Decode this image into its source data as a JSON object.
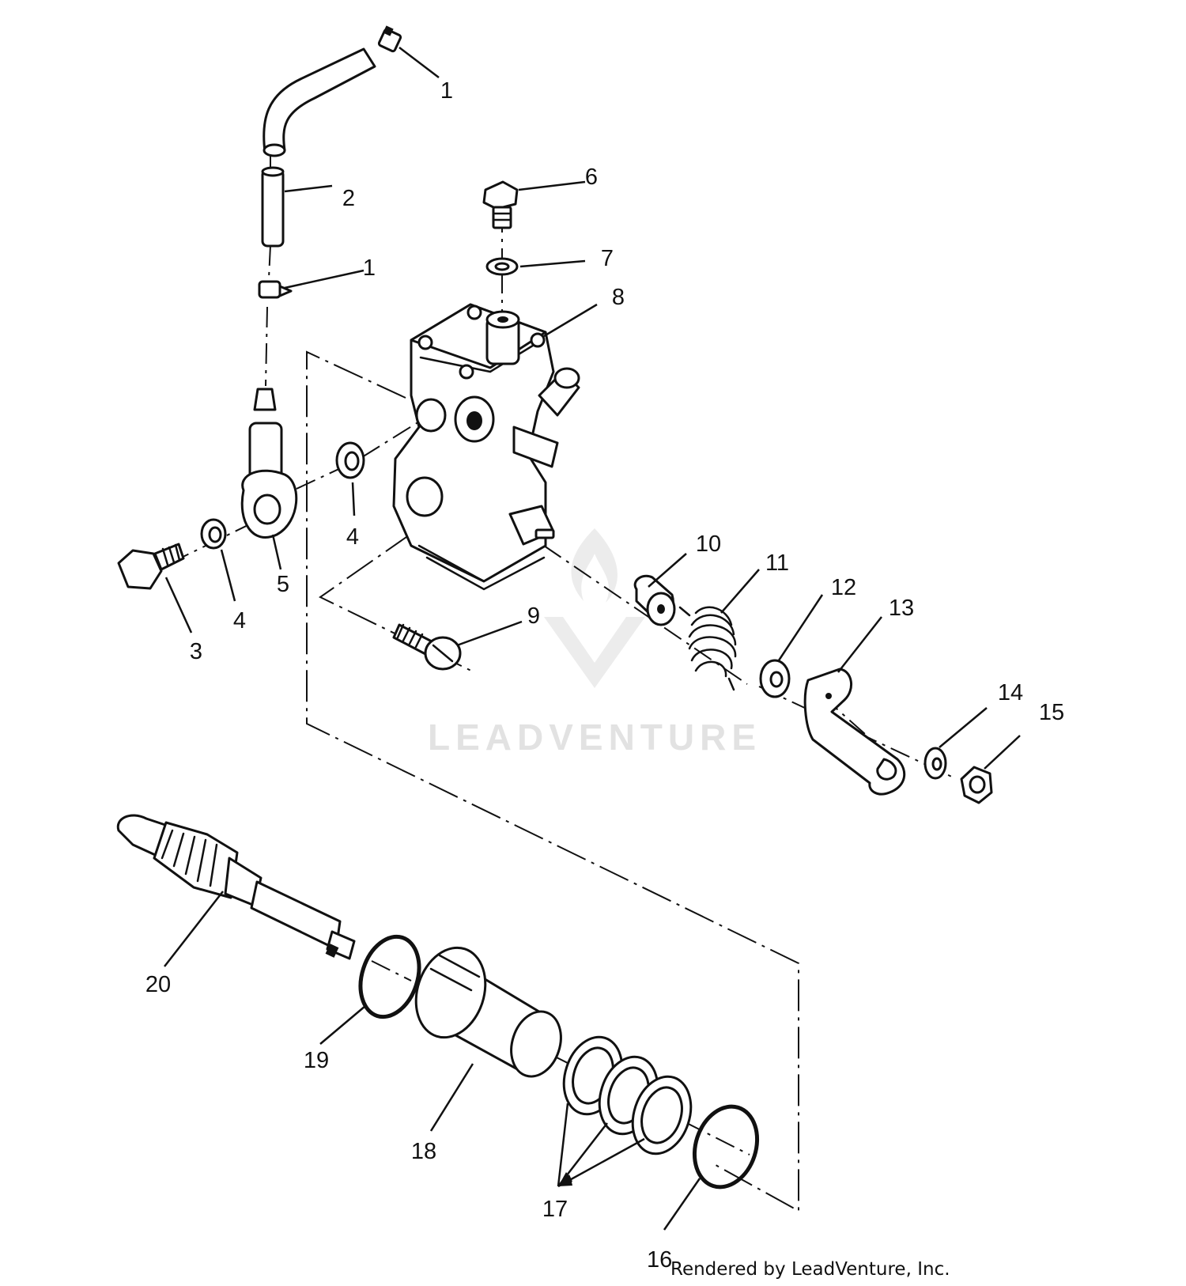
{
  "watermark": {
    "text": "LEADVENTURE",
    "logo_icon": "flame-v-logo-icon"
  },
  "credit": {
    "text": "Rendered by LeadVenture, Inc."
  },
  "callouts": [
    {
      "id": "c1a",
      "label": "1"
    },
    {
      "id": "c2",
      "label": "2"
    },
    {
      "id": "c1b",
      "label": "1"
    },
    {
      "id": "c6",
      "label": "6"
    },
    {
      "id": "c7",
      "label": "7"
    },
    {
      "id": "c8",
      "label": "8"
    },
    {
      "id": "c4a",
      "label": "4"
    },
    {
      "id": "c5",
      "label": "5"
    },
    {
      "id": "c4b",
      "label": "4"
    },
    {
      "id": "c3",
      "label": "3"
    },
    {
      "id": "c9",
      "label": "9"
    },
    {
      "id": "c10",
      "label": "10"
    },
    {
      "id": "c11",
      "label": "11"
    },
    {
      "id": "c12",
      "label": "12"
    },
    {
      "id": "c13",
      "label": "13"
    },
    {
      "id": "c14",
      "label": "14"
    },
    {
      "id": "c15",
      "label": "15"
    },
    {
      "id": "c20",
      "label": "20"
    },
    {
      "id": "c19",
      "label": "19"
    },
    {
      "id": "c18",
      "label": "18"
    },
    {
      "id": "c17",
      "label": "17"
    },
    {
      "id": "c16",
      "label": "16"
    }
  ]
}
